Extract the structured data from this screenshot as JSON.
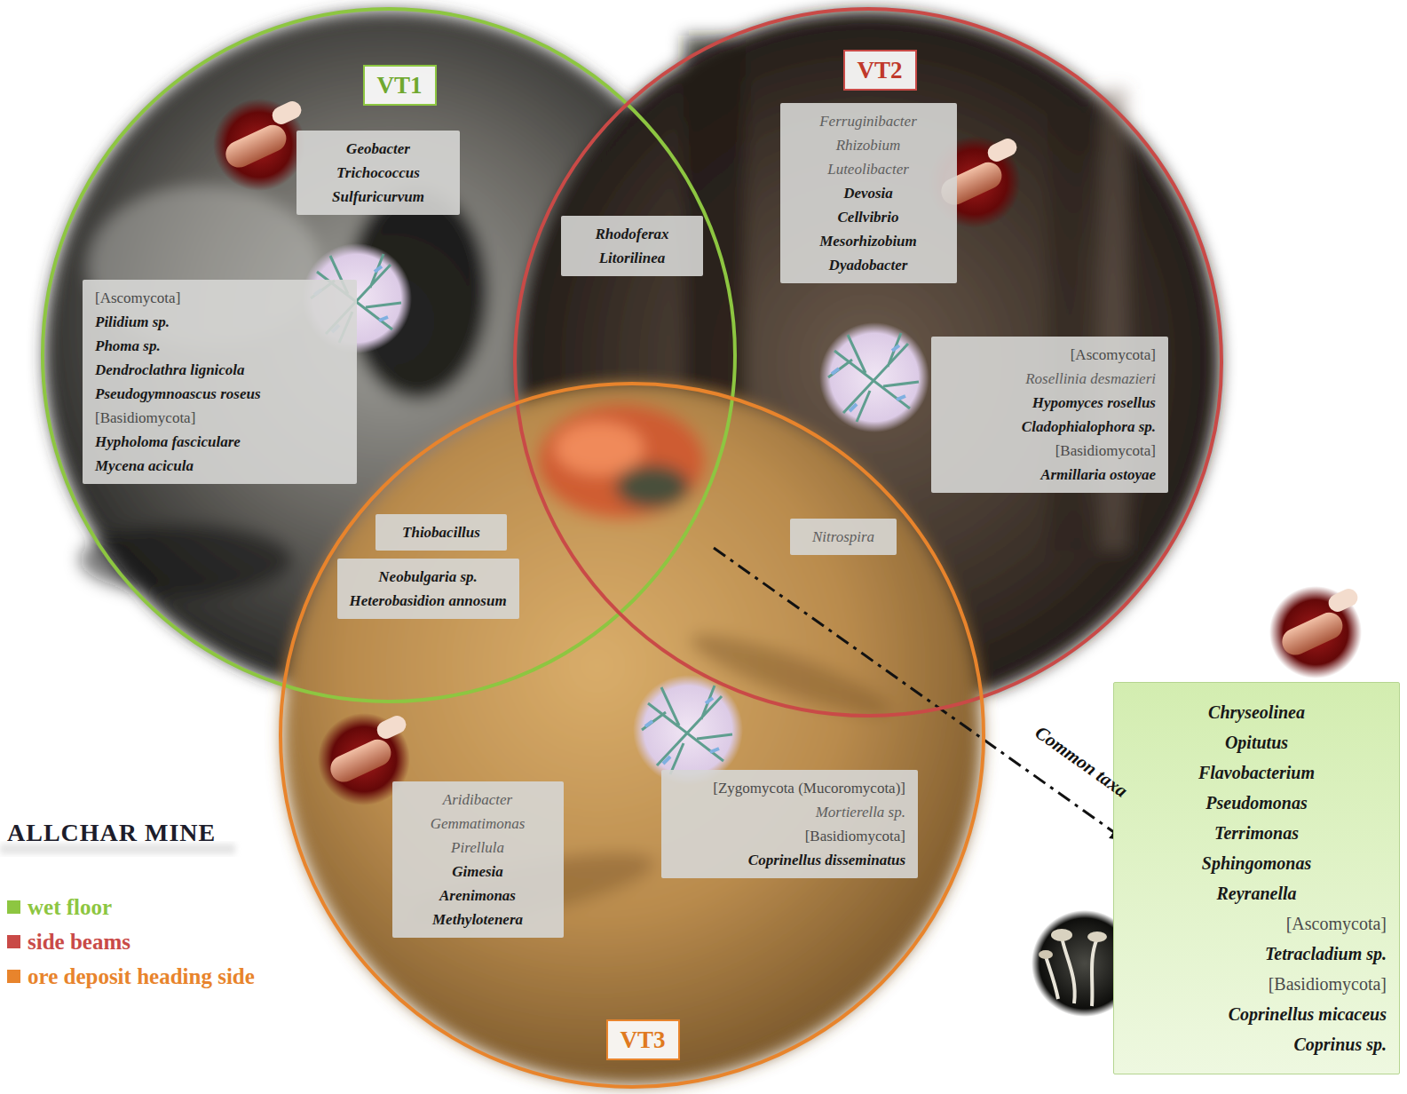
{
  "diagram": {
    "nodes": [
      {
        "text": [
          "VT1"
        ]
      },
      {
        "text": [
          "Geobacter",
          "Trichococcus",
          "Sulfuricurvum"
        ],
        "in": 0
      },
      {
        "text": [
          "[Ascomycota]",
          "Pilidium sp.",
          "Phoma sp.",
          "Dendroclathra lignicola",
          "Pseudogymnoascus roseus",
          "[Basidiomycota]",
          "Hypholoma fasciculare",
          "Mycena acicula"
        ],
        "in": 0
      },
      {
        "text": [
          "VT2"
        ]
      },
      {
        "text": [
          "Ferruginibacter",
          "Rhizobium",
          "Luteolibacter",
          "Devosia",
          "Cellvibrio",
          "Mesorhizobium",
          "Dyadobacter"
        ],
        "in": 3
      },
      {
        "text": [
          "[Ascomycota]",
          "Rosellinia desmazieri",
          "Hypomyces rosellus",
          "Cladophialophora sp.",
          "[Basidiomycota]",
          "Armillaria ostoyae"
        ],
        "in": 3
      },
      {
        "text": [
          "VT3"
        ]
      },
      {
        "text": [
          "Aridibacter",
          "Gemmatimonas",
          "Pirellula",
          "Gimesia",
          "Arenimonas",
          "Methylotenera"
        ],
        "in": 6
      },
      {
        "text": [
          "[Zygomycota (Mucoromycota)]",
          "Mortierella sp.",
          "[Basidiomycota]",
          "Coprinellus disseminatus"
        ],
        "in": 6
      },
      {
        "text": [
          "Rhodoferax",
          "Litorilinea"
        ]
      },
      {
        "text": [
          "Thiobacillus"
        ]
      },
      {
        "text": [
          "Neobulgaria sp.",
          "Heterobasidion annosum"
        ]
      },
      {
        "text": [
          "Nitrospira"
        ]
      },
      {
        "text": [
          "Chryseolinea",
          "Opitutus",
          "Flavobacterium",
          "Pseudomonas",
          "Terrimonas",
          "Sphingomonas",
          "Reyranella",
          "[Ascomycota]",
          "Tetracladium sp.",
          "[Basidiomycota]",
          "Coprinellus micaceus",
          "Coprinus sp."
        ]
      }
    ],
    "labels": [
      "ALLCHAR MINE",
      "Common taxa"
    ],
    "legend": [
      {
        "text": "wet floor",
        "color": "#8dc641"
      },
      {
        "text": "side beams",
        "color": "#c94a47"
      },
      {
        "text": "ore deposit heading side",
        "color": "#e8842c"
      }
    ]
  }
}
